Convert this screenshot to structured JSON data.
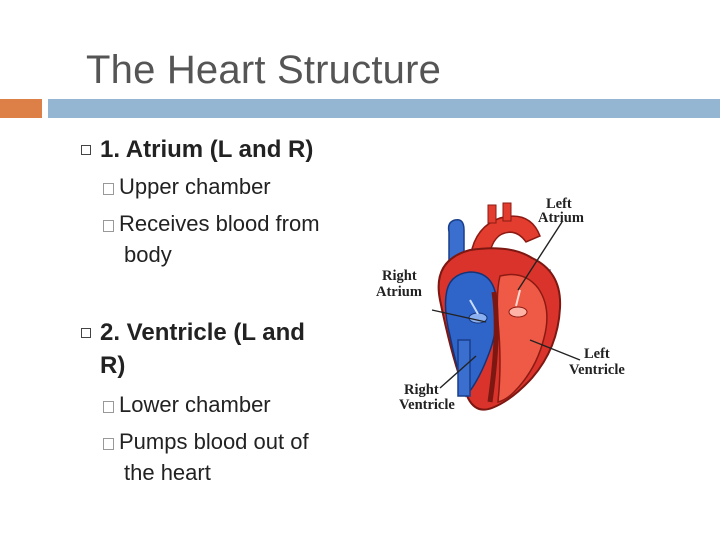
{
  "title": "The Heart Structure",
  "sections": [
    {
      "heading_line1": "1. Atrium (L and R)",
      "items": [
        {
          "line1": "Upper chamber"
        },
        {
          "line1": "Receives blood from",
          "line2": "body"
        }
      ]
    },
    {
      "heading_line1": "2. Ventricle (L and",
      "heading_line2": "R)",
      "items": [
        {
          "line1": "Lower chamber"
        },
        {
          "line1": "Pumps blood out of",
          "line2": "the heart"
        }
      ]
    }
  ],
  "diagram": {
    "labels": {
      "left_atrium_1": "Left",
      "left_atrium_2": "Atrium",
      "right_atrium_1": "Right",
      "right_atrium_2": "Atrium",
      "left_ventricle_1": "Left",
      "left_ventricle_2": "Ventricle",
      "right_ventricle_1": "Right",
      "right_ventricle_2": "Ventricle"
    }
  },
  "colors": {
    "accent_orange": "#dd8047",
    "accent_blue": "#94b6d2",
    "oxygenated": "#d9332b",
    "deoxygenated": "#2f64c8"
  }
}
